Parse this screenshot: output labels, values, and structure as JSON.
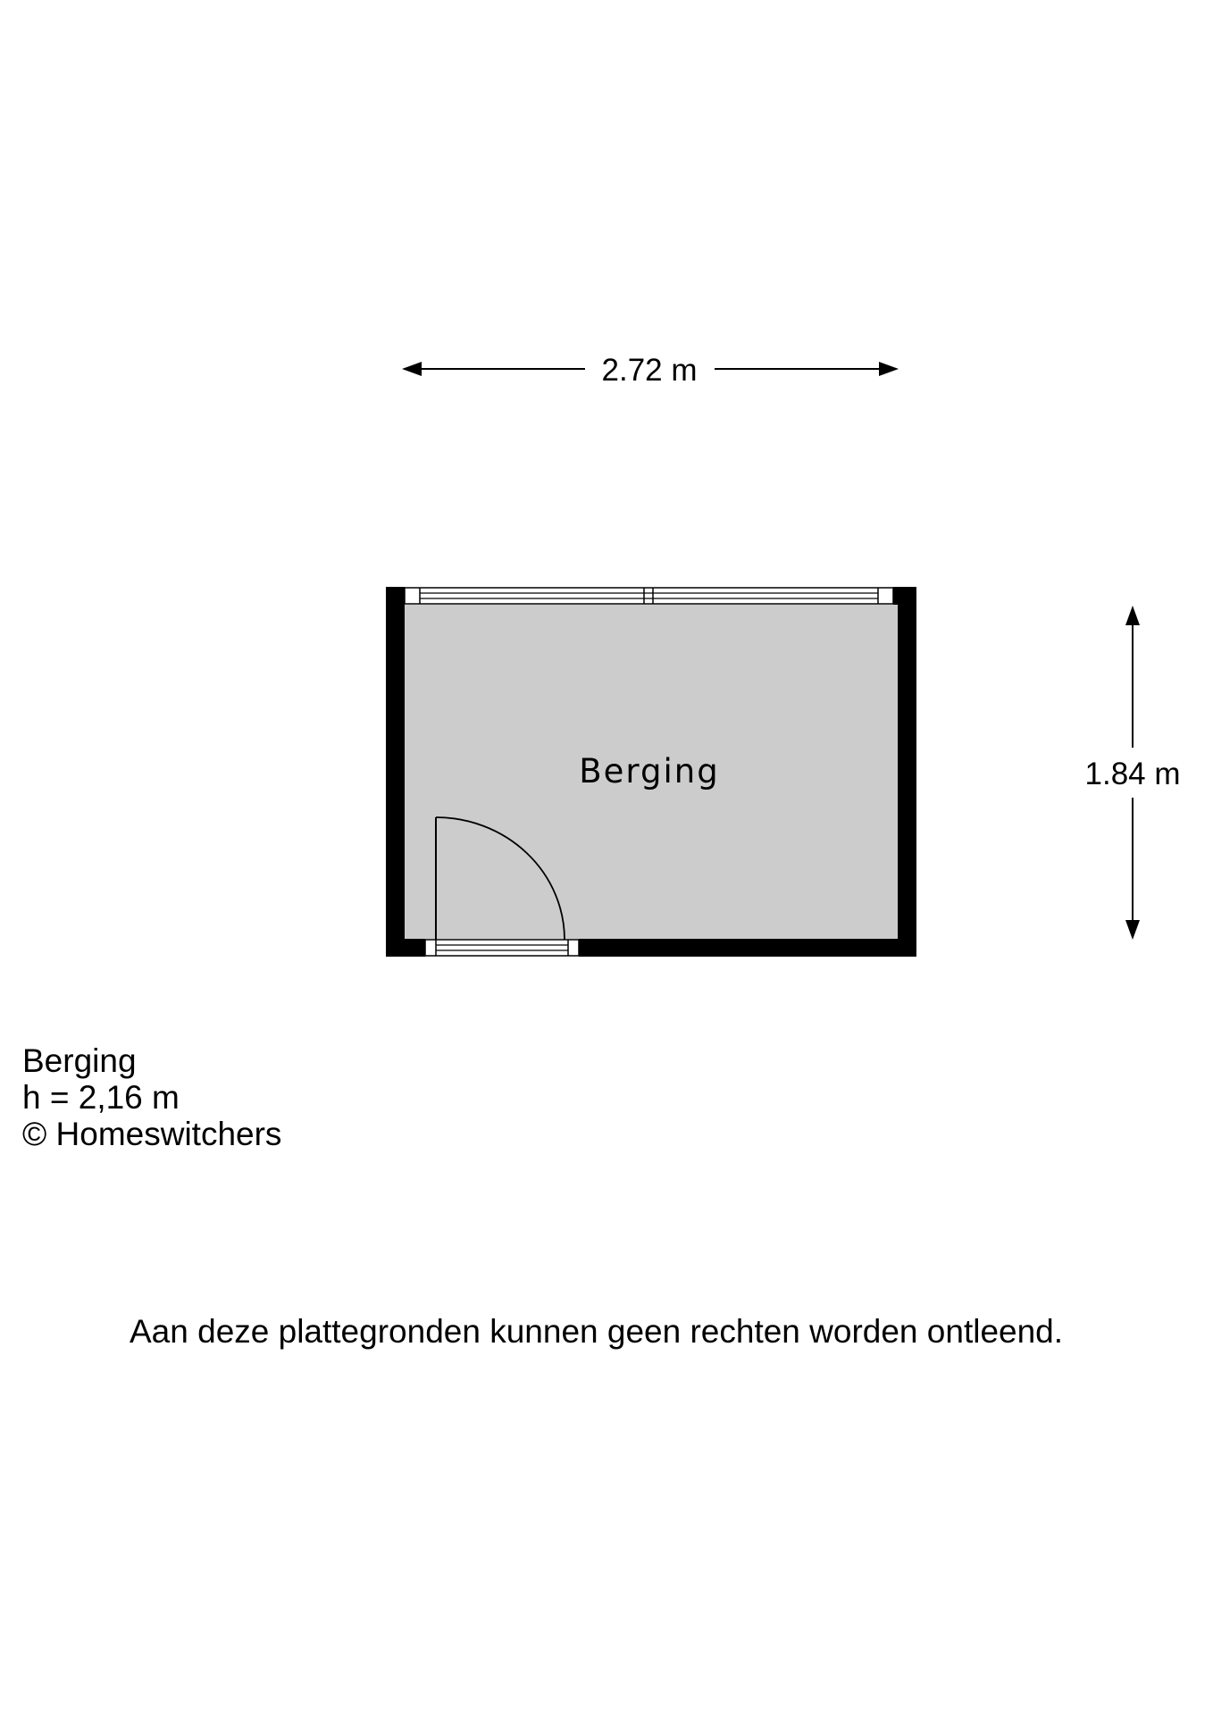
{
  "dimensions": {
    "width_label": "2.72 m",
    "height_label": "1.84 m"
  },
  "room": {
    "label": "Berging"
  },
  "info": {
    "room_name": "Berging",
    "ceiling_height": "h = 2,16 m",
    "copyright": "© Homeswitchers"
  },
  "disclaimer": "Aan deze plattegronden kunnen geen rechten worden ontleend.",
  "colors": {
    "wall": "#000000",
    "floor": "#cccccc",
    "background": "#ffffff"
  }
}
